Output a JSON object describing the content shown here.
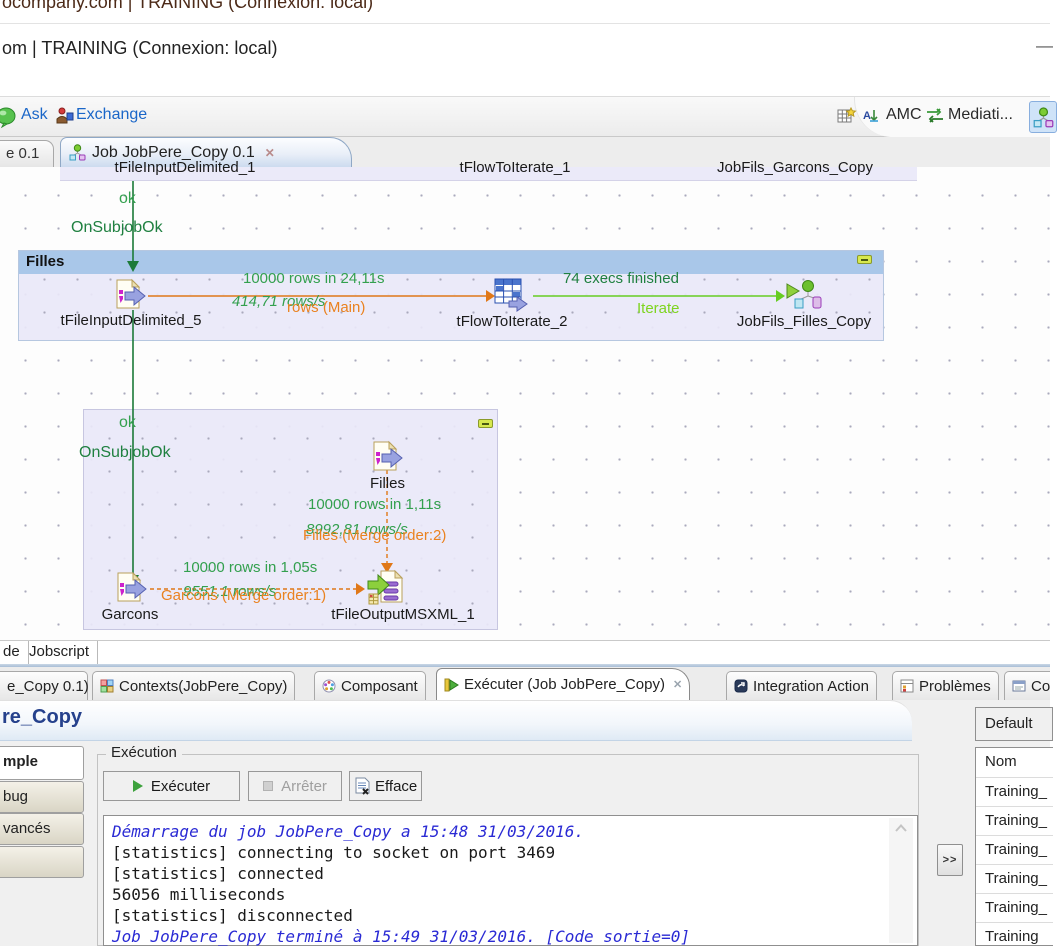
{
  "window": {
    "title_line1": "ocompany.com | TRAINING (Connexion: local)",
    "title_line2": "om | TRAINING (Connexion: local)",
    "minimize_glyph": "—"
  },
  "toolbar": {
    "ask_label": "Ask",
    "exchange_label": "Exchange",
    "amc_label": "AMC",
    "mediation_label": "Mediati..."
  },
  "editor_tabs": {
    "partial_tab_label": "e 0.1",
    "active_tab_label": "Job JobPere_Copy 0.1",
    "close_glyph": "✕"
  },
  "canvas": {
    "top_row": {
      "comp1_label": "tFileInputDelimited_1",
      "comp2_label": "tFlowToIterate_1",
      "comp3_label": "JobFils_Garcons_Copy"
    },
    "trigger1": {
      "ok": "ok",
      "name": "OnSubjobOk"
    },
    "subjob_filles": {
      "title": "Filles",
      "input_label": "tFileInputDelimited_5",
      "row_stats": "10000 rows in 24,11s",
      "row_rate": "414,71 rows/s",
      "row_name": "rows (Main)",
      "iterate_comp_label": "tFlowToIterate_2",
      "iterate_stats": "74 execs finished",
      "iterate_name": "Iterate",
      "job_label": "JobFils_Filles_Copy"
    },
    "trigger2": {
      "ok": "ok",
      "name": "OnSubjobOk"
    },
    "subjob_merge": {
      "filles_label": "Filles",
      "merge2_stats": "10000 rows in 1,11s",
      "merge2_rate": "8992,81 rows/s",
      "merge2_name": "Filles (Merge order:2)",
      "garcons_label": "Garcons",
      "merge1_stats": "10000 rows in 1,05s",
      "merge1_rate": "9551,1 rows/s",
      "merge1_name": "Garcons (Merge order:1)",
      "output_label": "tFileOutputMSXML_1"
    }
  },
  "code_tabs": {
    "partial_label": "de",
    "jobscript_label": "Jobscript"
  },
  "bottom_tabs": [
    "e_Copy 0.1)",
    "Contexts(JobPere_Copy)",
    "Composant",
    "Exécuter (Job JobPere_Copy)",
    "Integration Action",
    "Problèmes",
    "Co"
  ],
  "run_panel": {
    "title": "re_Copy",
    "side_tabs": [
      "mple",
      "bug",
      "vancés"
    ],
    "group_title": "Exécution",
    "run_button": "Exécuter",
    "stop_button": "Arrêter",
    "clear_button": "Efface",
    "expand_button": ">>",
    "console": [
      "Démarrage du job JobPere_Copy a 15:48 31/03/2016.",
      "[statistics] connecting to socket on port 3469",
      "[statistics] connected",
      "56056 milliseconds",
      "[statistics] disconnected",
      "Job JobPere_Copy terminé à 15:49 31/03/2016.  [Code sortie=0]"
    ]
  },
  "context_panel": {
    "tab_label": "Default",
    "column_header": "Nom",
    "rows": [
      "Training_",
      "Training_",
      "Training_",
      "Training_",
      "Training_",
      "Training"
    ]
  },
  "icons": {
    "ask": "green-balloon",
    "exchange": "community-blocks",
    "amc": "sort-az",
    "mediation": "green-swap-arrows",
    "perspective": "job-hierarchy",
    "file_input": "delimited-file-with-arrow",
    "flow_to_iterate": "grid-table-with-arrow",
    "run_job": "play-with-hierarchy",
    "file_output_msxml": "green-arrow-into-document",
    "subjob_minimize": "yellow-minus-badge",
    "run": "green-play",
    "stop": "gray-square",
    "clear": "document-with-red-x",
    "scroll_up": "chevron-up",
    "close": "x-cross"
  },
  "colors": {
    "subjob_header": "#a9c7e9",
    "subjob_body": "#e9e8f8",
    "stats_green": "#33a04e",
    "trigger_green": "#1f8040",
    "iterate_green": "#7ed41f",
    "flow_orange": "#ea8220",
    "console_info_blue": "#2a2ad4",
    "link_blue": "#1a66c8",
    "run_title_navy": "#26418c"
  }
}
